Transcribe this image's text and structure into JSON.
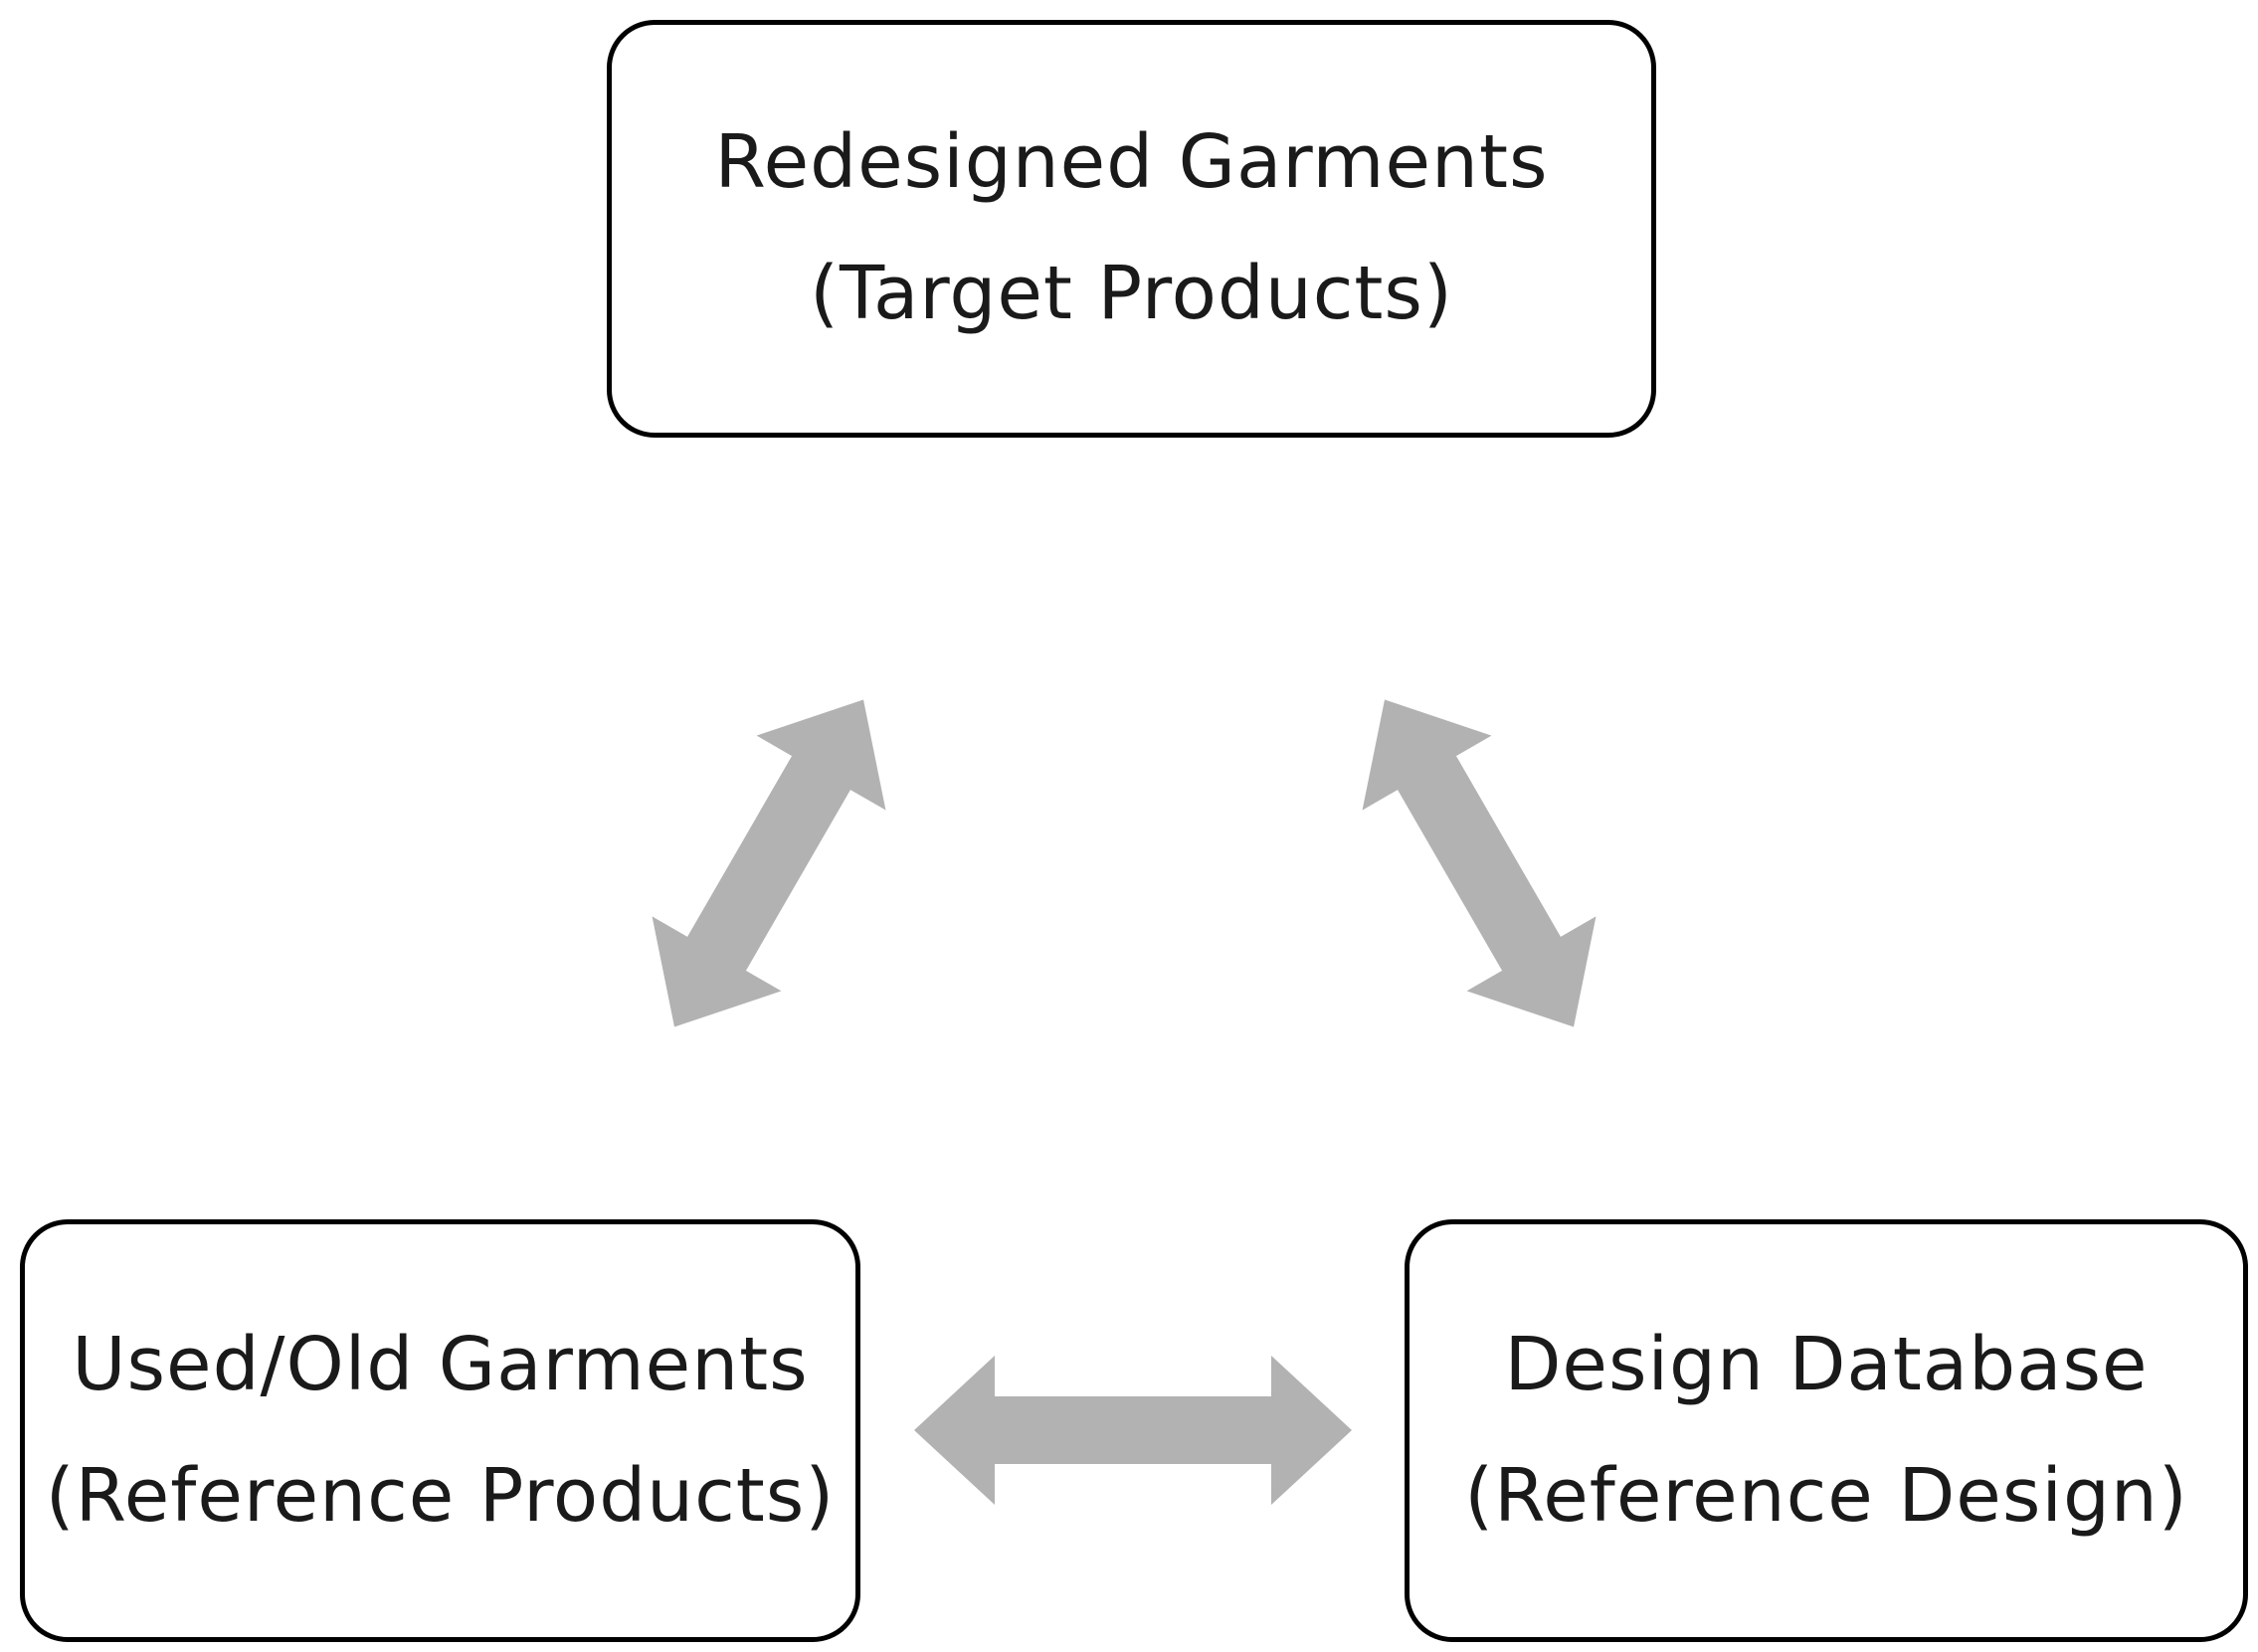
{
  "diagram": {
    "arrow_color": "#b2b2b2",
    "border_color": "#000000",
    "nodes": {
      "top": {
        "line1": "Redesigned Garments",
        "line2": "(Target Products)"
      },
      "left": {
        "line1": "Used/Old Garments",
        "line2": "(Reference Products)"
      },
      "right": {
        "line1": "Design Database",
        "line2": "(Reference Design)"
      }
    },
    "connections": [
      {
        "from": "left",
        "to": "top",
        "direction": "bidirectional"
      },
      {
        "from": "top",
        "to": "right",
        "direction": "bidirectional"
      },
      {
        "from": "left",
        "to": "right",
        "direction": "bidirectional"
      }
    ]
  }
}
